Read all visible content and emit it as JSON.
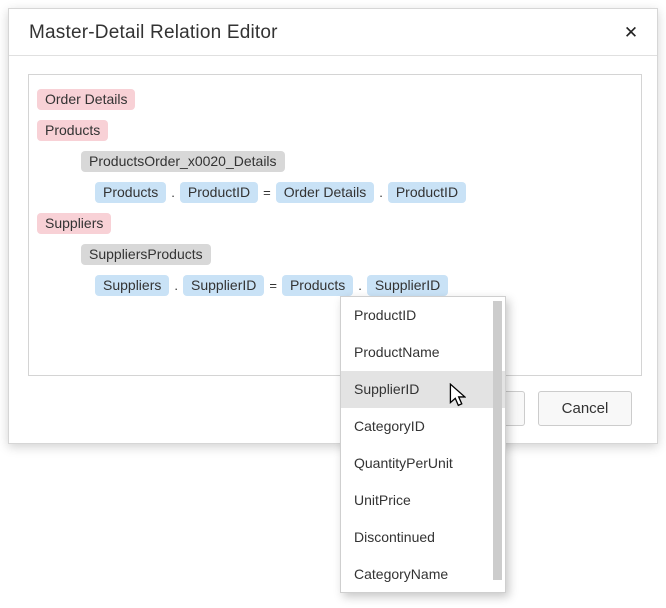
{
  "dialog": {
    "title": "Master-Detail Relation Editor",
    "close_glyph": "✕"
  },
  "tree": {
    "rows": [
      {
        "kind": "master-table",
        "label": "Order Details"
      },
      {
        "kind": "master-table",
        "label": "Products"
      },
      {
        "kind": "relation-name",
        "label": "ProductsOrder_x0020_Details"
      },
      {
        "kind": "condition",
        "left_table": "Products",
        "dot1": ".",
        "left_column": "ProductID",
        "equals": "=",
        "right_table": "Order Details",
        "dot2": ".",
        "right_column": "ProductID"
      },
      {
        "kind": "master-table",
        "label": "Suppliers"
      },
      {
        "kind": "relation-name",
        "label": "SuppliersProducts"
      },
      {
        "kind": "condition",
        "left_table": "Suppliers",
        "dot1": ".",
        "left_column": "SupplierID",
        "equals": "=",
        "right_table": "Products",
        "dot2": ".",
        "right_column": "SupplierID"
      }
    ]
  },
  "dropdown": {
    "items": [
      "ProductID",
      "ProductName",
      "SupplierID",
      "CategoryID",
      "QuantityPerUnit",
      "UnitPrice",
      "Discontinued",
      "CategoryName"
    ],
    "selected_item": "SupplierID",
    "selected_index": 2
  },
  "footer": {
    "cancel_label": "Cancel"
  },
  "colors": {
    "table_chip_bg": "#f8d1d6",
    "relation_chip_bg": "#d8d8d8",
    "column_chip_bg": "#c9e2f6",
    "dropdown_highlight_bg": "#e3e3e3",
    "text": "#333333"
  }
}
